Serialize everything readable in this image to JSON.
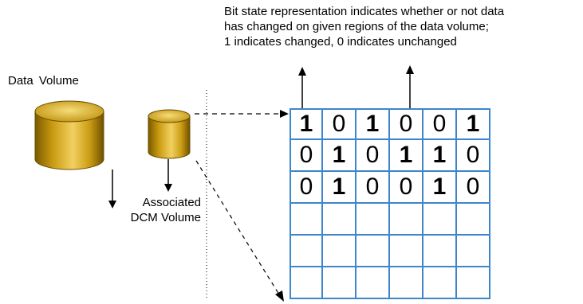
{
  "caption": {
    "line1": "Bit state representation indicates whether or not data",
    "line2": "has changed on given regions of the data volume;",
    "line3": "1 indicates changed, 0 indicates unchanged"
  },
  "data_volume_label": "Data Volume",
  "associated_label": {
    "line1": "Associated",
    "line2": "DCM Volume"
  },
  "bitmap": [
    [
      "1",
      "0",
      "1",
      "0",
      "0",
      "1"
    ],
    [
      "0",
      "1",
      "0",
      "1",
      "1",
      "0"
    ],
    [
      "0",
      "1",
      "0",
      "0",
      "1",
      "0"
    ],
    [
      "",
      "",
      "",
      "",
      "",
      ""
    ],
    [
      "",
      "",
      "",
      "",
      "",
      ""
    ],
    [
      "",
      "",
      "",
      "",
      "",
      ""
    ]
  ],
  "colors": {
    "grid": "#3d86cc",
    "cylinder_gold": "#c9a012"
  }
}
